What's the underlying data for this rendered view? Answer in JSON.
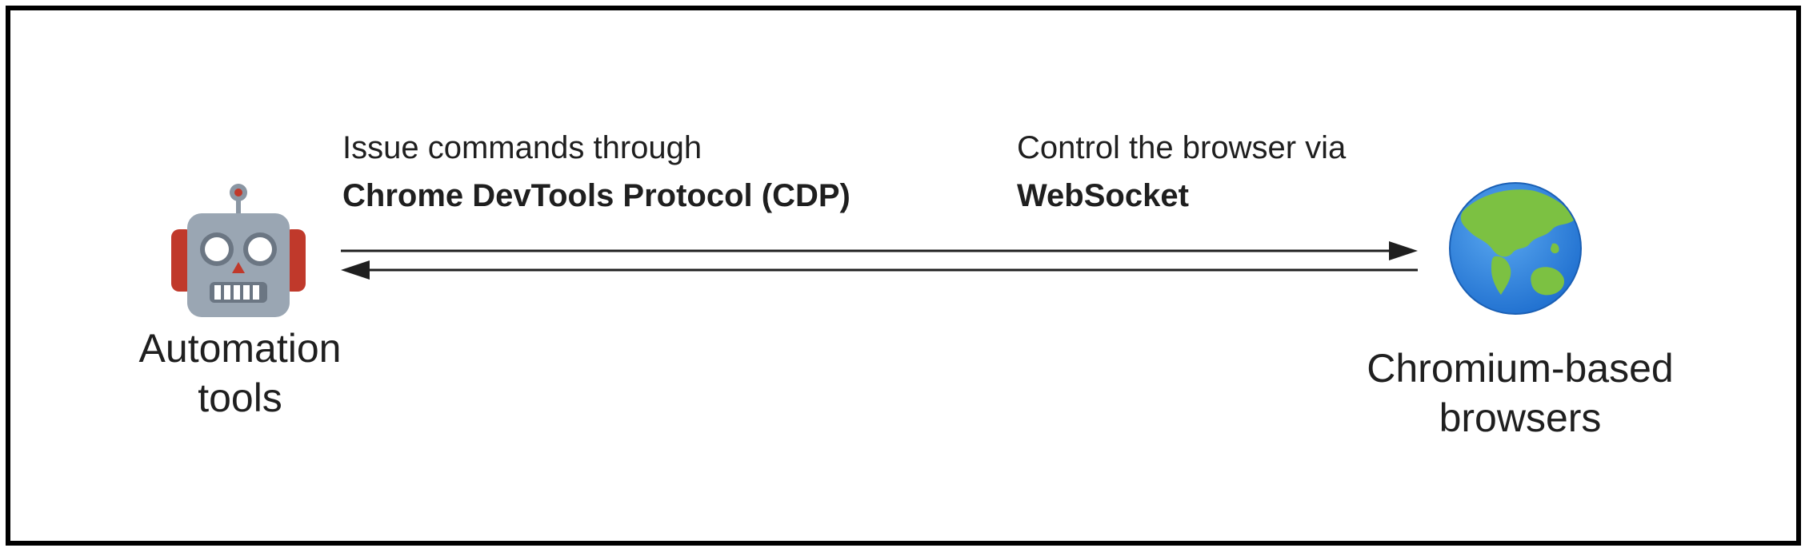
{
  "diagram": {
    "left_node": {
      "label_lines": [
        "Automation",
        "tools"
      ],
      "icon": "robot-icon"
    },
    "right_node": {
      "label_lines": [
        "Chromium-based",
        "browsers"
      ],
      "icon": "globe-icon"
    },
    "arrow_left_to_right": {
      "text_normal": "Issue commands through",
      "text_bold": "Chrome DevTools Protocol (CDP)"
    },
    "arrow_right_to_left": {
      "text_normal": "Control the browser via",
      "text_bold": "WebSocket"
    },
    "colors": {
      "border": "#000000",
      "arrow": "#1f1f1f",
      "robot_body": "#9aa6b3",
      "robot_ears": "#c0392b",
      "globe_ocean": "#2d7ed9",
      "globe_land": "#7cc142"
    }
  }
}
